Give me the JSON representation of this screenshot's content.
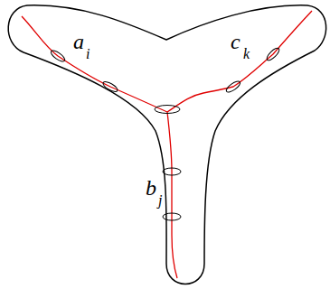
{
  "diagram": {
    "labels": [
      "a",
      "i",
      "b",
      "j",
      "c",
      "k"
    ]
  }
}
